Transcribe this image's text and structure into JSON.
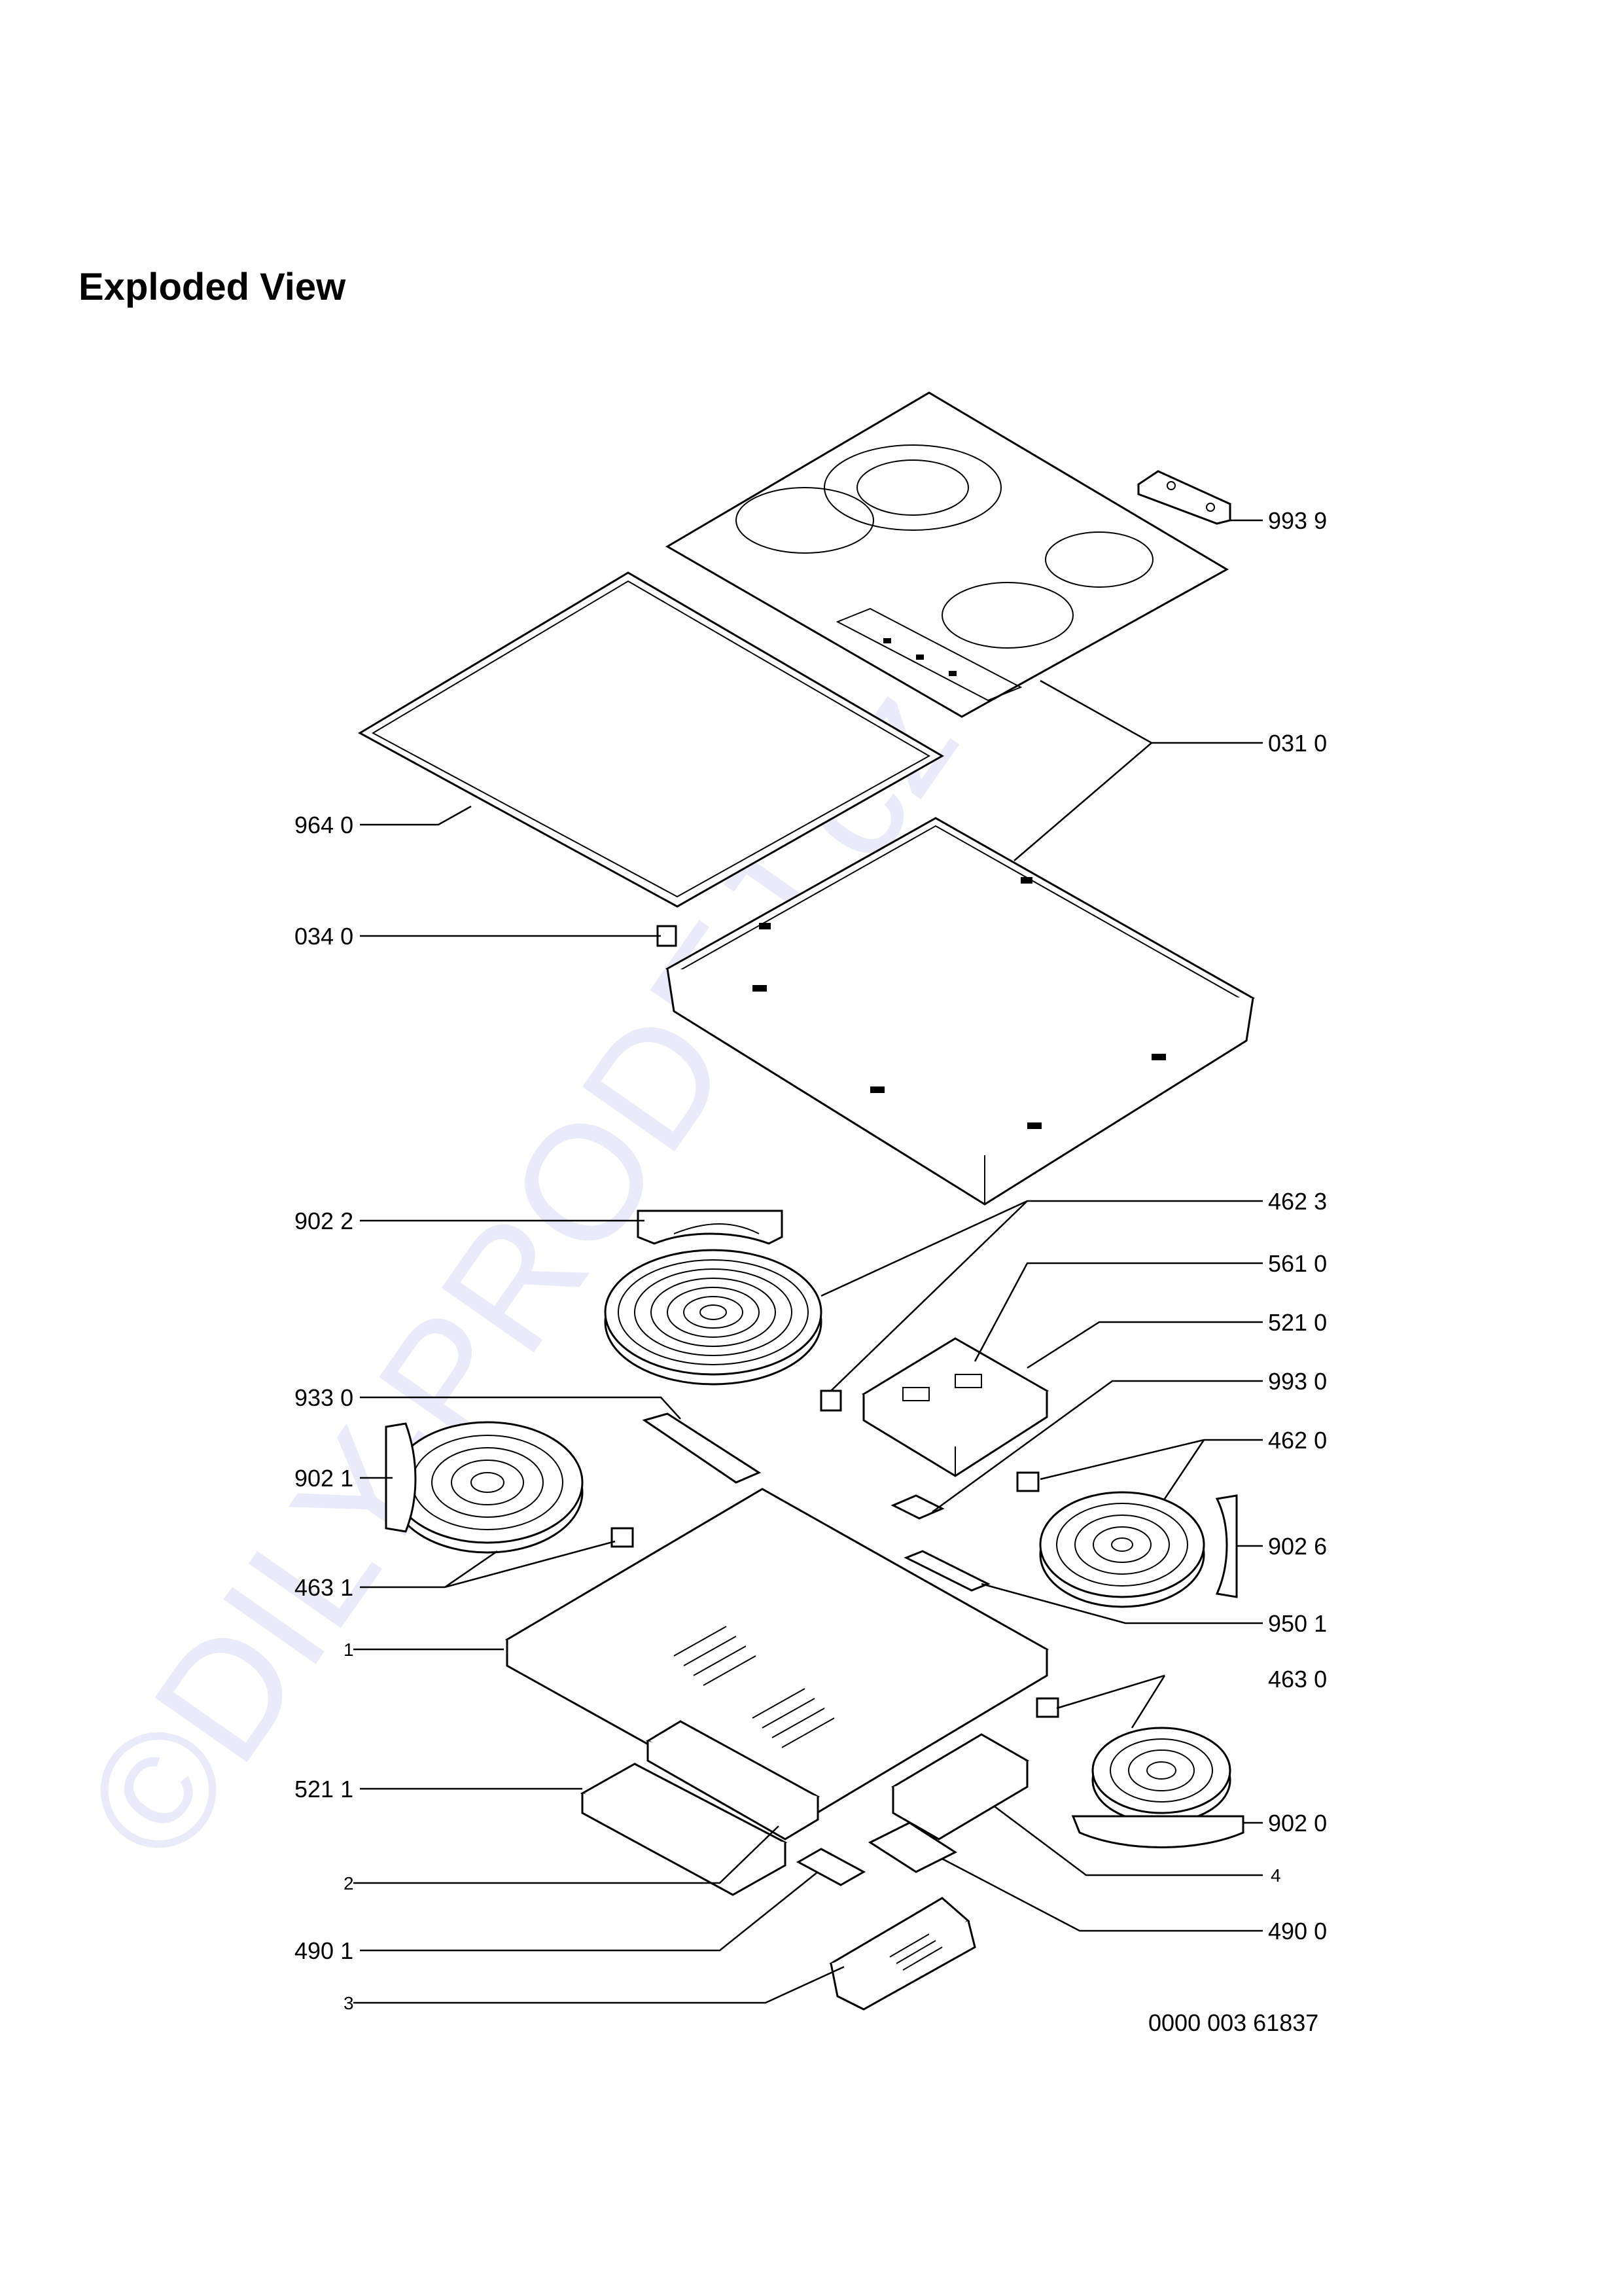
{
  "page": {
    "title": "Exploded View"
  },
  "watermark": "©DILY-PRODEJ.cz",
  "drawing_number": "0000 003 61837",
  "callouts": {
    "c9939": "993 9",
    "c0310": "031 0",
    "c9640": "964 0",
    "c0340": "034 0",
    "c9022": "902 2",
    "c4623": "462 3",
    "c5610": "561 0",
    "c5210": "521 0",
    "c9330": "933 0",
    "c9930": "993 0",
    "c4620": "462 0",
    "c9021": "902 1",
    "c9026": "902 6",
    "c4631": "463 1",
    "c9501": "950 1",
    "c1": "1",
    "c4630": "463 0",
    "c5211": "521 1",
    "c9020": "902 0",
    "c2": "2",
    "c4": "4",
    "c4901": "490 1",
    "c4900": "490 0",
    "c3": "3"
  }
}
